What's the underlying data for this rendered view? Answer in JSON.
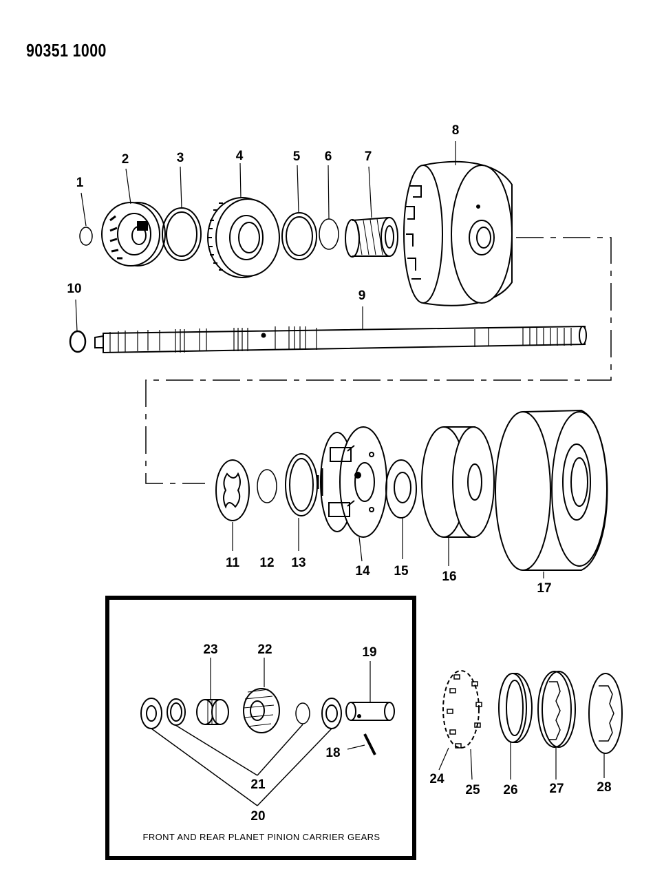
{
  "document_code": "90351 1000",
  "callouts": [
    "1",
    "2",
    "3",
    "4",
    "5",
    "6",
    "7",
    "8",
    "9",
    "10",
    "11",
    "12",
    "13",
    "14",
    "15",
    "16",
    "17",
    "18",
    "19",
    "20",
    "21",
    "22",
    "23",
    "24",
    "25",
    "26",
    "27",
    "28"
  ],
  "inset_caption": "FRONT AND REAR PLANET PINION CARRIER GEARS"
}
